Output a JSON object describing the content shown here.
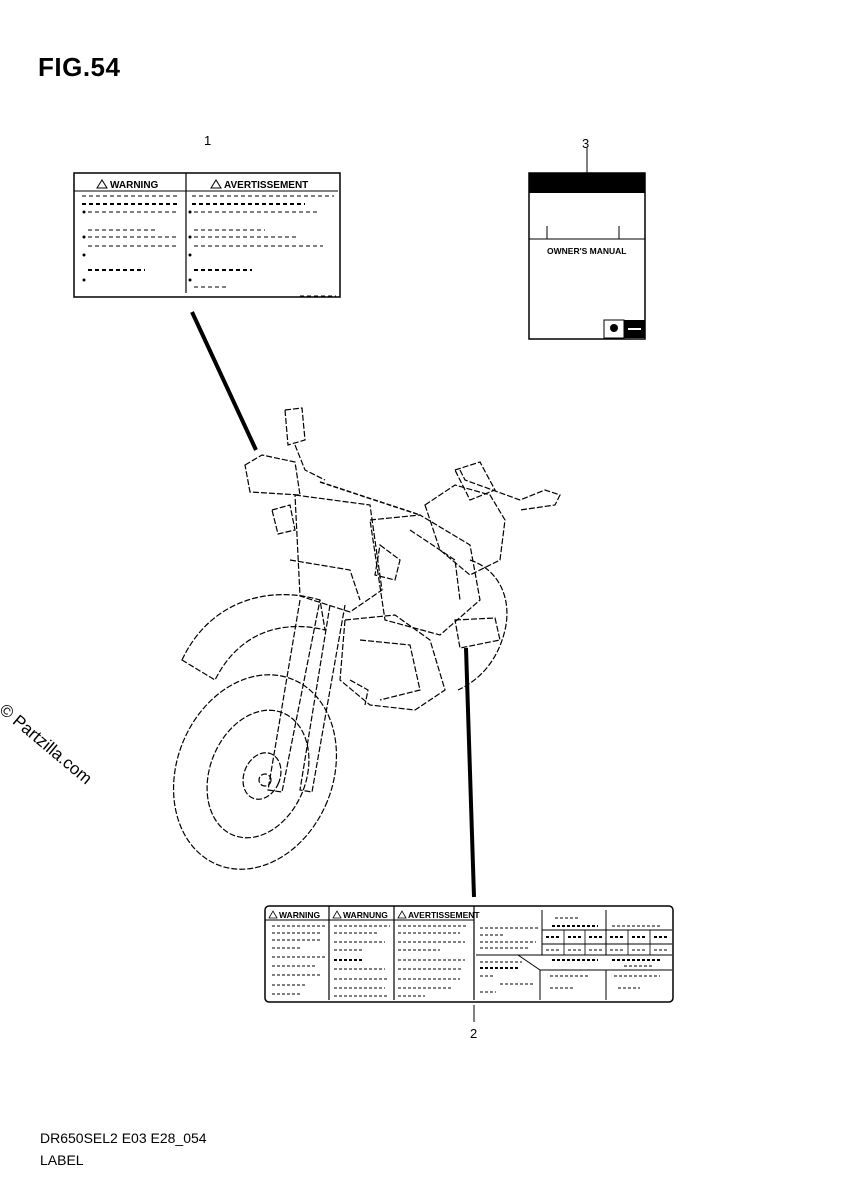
{
  "figure": {
    "title": "FIG.54",
    "callouts": [
      "1",
      "3",
      "2"
    ],
    "watermark": "© Partzilla.com",
    "footer_code": "DR650SEL2 E03 E28_054",
    "footer_label": "LABEL"
  },
  "label_1": {
    "col_left": "WARNING",
    "col_right": "AVERTISSEMENT"
  },
  "owners_manual": {
    "title": "OWNER'S MANUAL"
  },
  "label_2": {
    "headers": [
      "WARNING",
      "WARNUNG",
      "AVERTISSEMENT"
    ]
  }
}
